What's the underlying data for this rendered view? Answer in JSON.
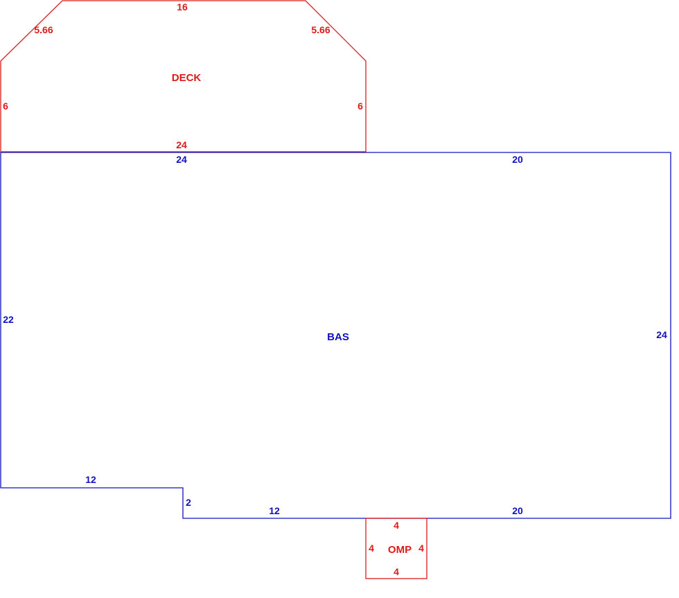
{
  "colors": {
    "deck": "#dd1a1a",
    "bas": "#1010c0",
    "omp": "#dd1a1a",
    "background": "#ffffff"
  },
  "deck": {
    "name": "DECK",
    "dims": {
      "top": "16",
      "diag_left": "5.66",
      "diag_right": "5.66",
      "left": "6",
      "right": "6",
      "bottom": "24"
    }
  },
  "bas": {
    "name": "BAS",
    "dims": {
      "top_left": "24",
      "top_right": "20",
      "left": "22",
      "right": "24",
      "step_top": "12",
      "step_side": "2",
      "bottom_left": "12",
      "bottom_right": "20"
    }
  },
  "omp": {
    "name": "OMP",
    "dims": {
      "top": "4",
      "left": "4",
      "right": "4",
      "bottom": "4"
    }
  }
}
